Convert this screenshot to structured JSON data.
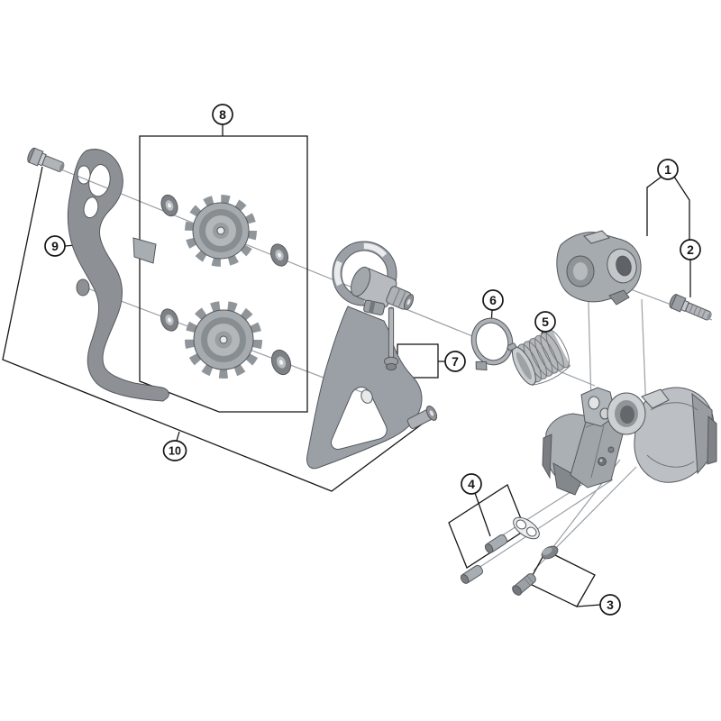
{
  "diagram": {
    "parts": [
      {
        "label": "1"
      },
      {
        "label": "2"
      },
      {
        "label": "3"
      },
      {
        "label": "4"
      },
      {
        "label": "5"
      },
      {
        "label": "6"
      },
      {
        "label": "7"
      },
      {
        "label": "8"
      },
      {
        "label": "9"
      },
      {
        "label": "10"
      }
    ],
    "colors": {
      "background": "#ffffff",
      "callout_line": "#161616",
      "axis_line": "#9aa0a5",
      "metal_light": "#c6cacd",
      "metal_mid": "#a6abaf",
      "metal_dark": "#7d8185",
      "artwork_outline": "#54585c"
    }
  }
}
